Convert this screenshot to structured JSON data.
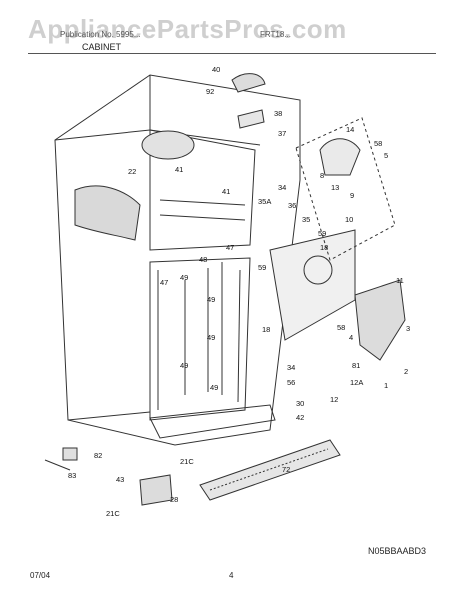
{
  "header": {
    "watermark": "AppliancePartsPros.com",
    "left_text": "Publication No. 5995...",
    "right_text": "FRT18...",
    "section": "CABINET"
  },
  "diagram": {
    "callouts": [
      "40",
      "92",
      "38",
      "37",
      "14",
      "58",
      "5",
      "22",
      "41",
      "41",
      "8",
      "13",
      "9",
      "34",
      "35A",
      "36",
      "35",
      "10",
      "59",
      "18",
      "47",
      "48",
      "49",
      "47",
      "49",
      "49",
      "59",
      "11",
      "18",
      "3",
      "58",
      "4",
      "2",
      "49",
      "49",
      "81",
      "1",
      "34",
      "56",
      "12A",
      "12",
      "30",
      "42",
      "82",
      "21C",
      "83",
      "43",
      "28",
      "72",
      "21C"
    ]
  },
  "footer": {
    "code": "N05BBAABD3",
    "date": "07/04",
    "page": "4"
  }
}
